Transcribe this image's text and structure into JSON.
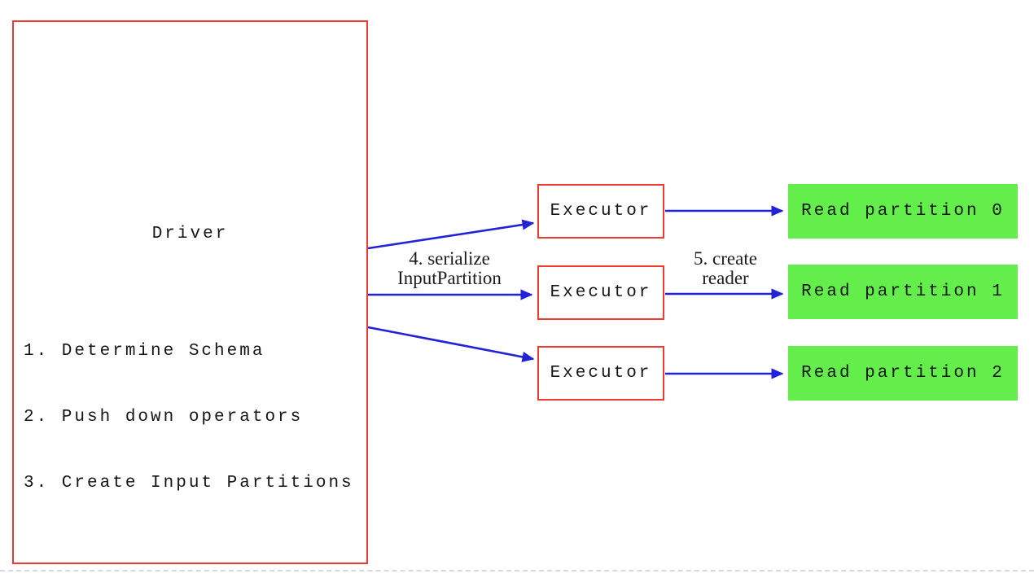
{
  "diagram": {
    "driver": {
      "title": "Driver",
      "steps": [
        "1. Determine Schema",
        "2. Push down operators",
        "3. Create Input Partitions"
      ]
    },
    "executors": [
      {
        "label": "Executor"
      },
      {
        "label": "Executor"
      },
      {
        "label": "Executor"
      }
    ],
    "partitions": [
      {
        "label": "Read partition 0"
      },
      {
        "label": "Read partition 1"
      },
      {
        "label": "Read partition 2"
      }
    ],
    "edge_labels": {
      "serialize": {
        "line1": "4. serialize",
        "line2": "InputPartition"
      },
      "create_reader": {
        "line1": "5. create",
        "line2": "reader"
      }
    },
    "colors": {
      "box_border_red": "#ee3b30",
      "arrow_blue": "#2222d6",
      "partition_green": "#63ee4b",
      "text_black": "#151515"
    }
  }
}
